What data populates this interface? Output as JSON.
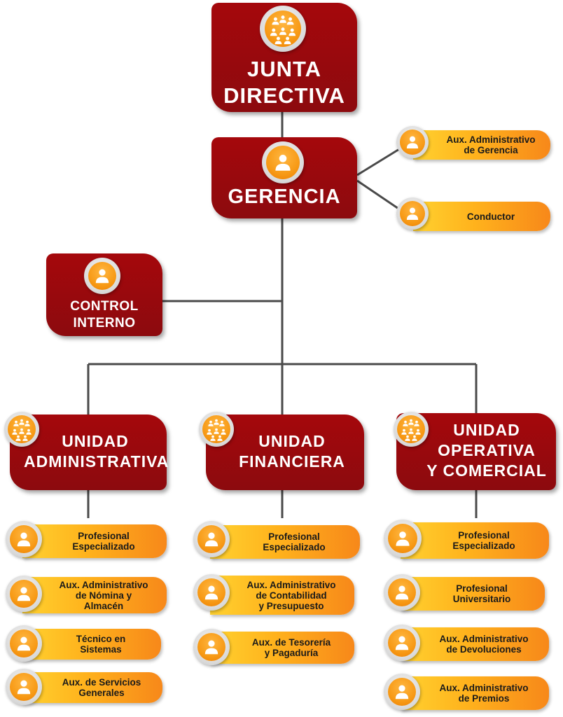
{
  "title": "JUNTA\nDIRECTIVA",
  "gerencia": {
    "label": "GERENCIA",
    "aux": [
      "Aux. Administrativo\nde Gerencia",
      "Conductor"
    ]
  },
  "control": "CONTROL\nINTERNO",
  "units": [
    {
      "label": "UNIDAD\nADMINISTRATIVA",
      "roles": [
        "Profesional\nEspecializado",
        "Aux. Administrativo\nde Nómina y\nAlmacén",
        "Técnico en\nSistemas",
        "Aux. de Servicios\nGenerales"
      ]
    },
    {
      "label": "UNIDAD\nFINANCIERA",
      "roles": [
        "Profesional\nEspecializado",
        "Aux. Administrativo\nde Contabilidad\ny Presupuesto",
        "Aux. de Tesorería\ny Pagaduría"
      ]
    },
    {
      "label": "UNIDAD\nOPERATIVA\nY COMERCIAL",
      "roles": [
        "Profesional\nEspecializado",
        "Profesional\nUniversitario",
        "Aux. Administrativo\nde Devoluciones",
        "Aux. Administrativo\nde Premios"
      ]
    }
  ],
  "colors": {
    "box": "#9b0a0e",
    "pill_start": "#ffd230",
    "pill_end": "#f7881a",
    "line": "#4a4a4a"
  },
  "icons": {
    "group": "group-icon",
    "person": "person-icon"
  }
}
